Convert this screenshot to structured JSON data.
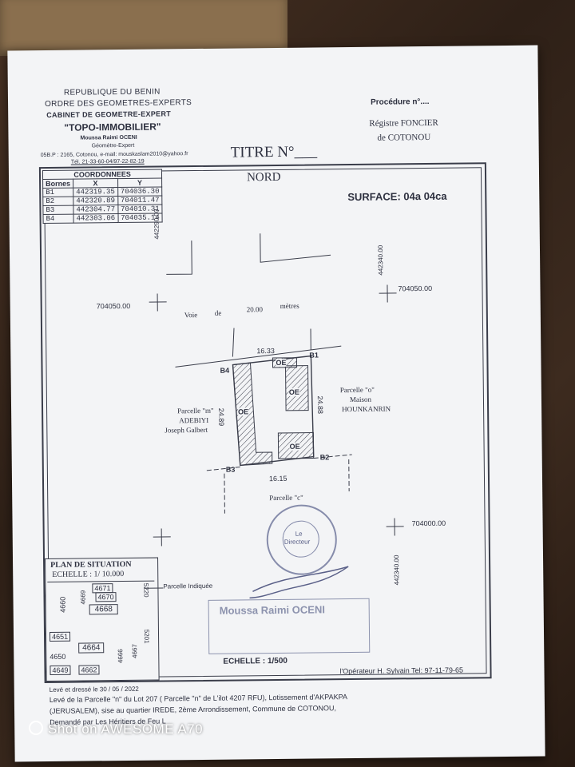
{
  "header": {
    "republic": "REPUBLIQUE DU BENIN",
    "order": "ORDRE DES GEOMETRES-EXPERTS",
    "cabinet": "CABINET DE GEOMETRE-EXPERT",
    "firm": "\"TOPO-IMMOBILIER\"",
    "owner": "Moussa Raimi OCENI",
    "role": "Géomètre-Expert",
    "address": "05B.P : 2165, Cotonou, e-mail: mouskaslam2010@yahoo.fr",
    "phone": "Tél. 21-33-60-04/97-22-82-19",
    "procedure": "Procédure n°....",
    "registre": "Régistre FONCIER",
    "city": "de COTONOU",
    "titre": "TITRE N°___"
  },
  "map": {
    "north": "NORD",
    "surface": "SURFACE: 04a 04ca",
    "coord_title": "COORDONNEES",
    "coord_headers": [
      "Bornes",
      "X",
      "Y"
    ],
    "coords": [
      [
        "B1",
        "442319.35",
        "704036.30"
      ],
      [
        "B2",
        "442320.89",
        "704011.47"
      ],
      [
        "B3",
        "442304.77",
        "704010.31"
      ],
      [
        "B4",
        "442303.06",
        "704035.14"
      ]
    ],
    "grid_left_x": "442290.00",
    "grid_right_x": "442340.00",
    "grid_bottom_x": "442340.00",
    "grid_left_y": "704050.00",
    "grid_right_y": "704050.00",
    "grid_bottom_y": "704000.00",
    "voie": [
      "Voie",
      "de",
      "20.00",
      "mètres"
    ],
    "dim_top": "16.33",
    "dim_bottom": "16.15",
    "dim_left": "24.89",
    "dim_right": "24.88",
    "b1": "B1",
    "b2": "B2",
    "b3": "B3",
    "b4": "B4",
    "oe": "OE",
    "parcelle_m": [
      "Parcelle \"m\"",
      "ADEBIYI",
      "Joseph Galbert"
    ],
    "parcelle_o": [
      "Parcelle \"o\"",
      "Maison",
      "HOUNKANRIN"
    ],
    "parcelle_c": "Parcelle \"c\"",
    "parcelle_indiquee": "Parcelle Indiquée",
    "echelle": "ECHELLE :  1/500",
    "operator": "l'Opérateur H. Sylvain  Tel: 97-11-79-65"
  },
  "situation": {
    "title": "PLAN DE SITUATION",
    "scale": "ECHELLE : 1/ 10.000",
    "lots": [
      "4671",
      "4670",
      "4669",
      "4660",
      "4668",
      "4651",
      "4664",
      "4650",
      "4649",
      "4662",
      "4666",
      "4667",
      "5220",
      "5201"
    ]
  },
  "stamp": {
    "center": [
      "Le",
      "Directeur"
    ],
    "name": "Moussa Raimi OCENI"
  },
  "footer": {
    "line1": "Levé et dressé le 30 / 05 / 2022",
    "line2": "Levé de la Parcelle \"n\" du Lot 207 ( Parcelle \"n\" de L'ilot 4207 RFU), Lotissement d'AKPAKPA",
    "line3": "(JERUSALEM), sise au quartier IREDE, 2ème Arrondissement, Commune de COTONOU,",
    "line4": "Demandé par  Les Héritiers de Feu L"
  },
  "watermark": "Shot on AWESOME A70",
  "colors": {
    "paper": "#f3f4f6",
    "ink": "#2e3140",
    "stamp": "#6c7399",
    "background": "#3b2a1e"
  }
}
